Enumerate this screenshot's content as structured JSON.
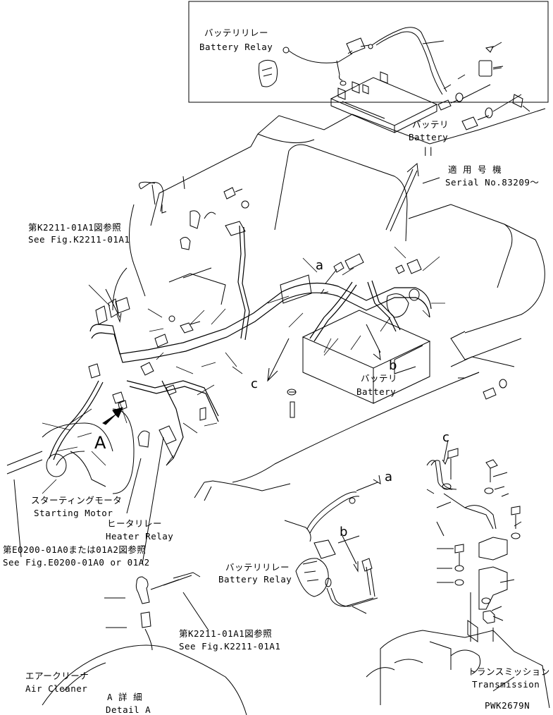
{
  "inset": {
    "battery_relay_ja": "バッテリリレー",
    "battery_relay_en": "Battery Relay",
    "battery_ja": "バッテリ",
    "battery_en": "Battery",
    "equals_mark": "||"
  },
  "serial": {
    "ja": "適 用 号 機",
    "en": "Serial No.83209〜"
  },
  "ref_top": {
    "ja": "第K2211-01A1図参照",
    "en": "See Fig.K2211-01A1"
  },
  "callouts": {
    "a": "a",
    "b": "b",
    "c": "c",
    "A": "A"
  },
  "main": {
    "battery_ja": "バッテリ",
    "battery_en": "Battery",
    "starting_motor_ja": "スターティングモータ",
    "starting_motor_en": "Starting Motor",
    "heater_relay_ja": "ヒータリレー",
    "heater_relay_en": "Heater Relay",
    "ref_e0200_ja": "第E0200-01A0または01A2図参照",
    "ref_e0200_en": "See Fig.E0200-01A0 or 01A2"
  },
  "detail_a": {
    "ref_ja": "第K2211-01A1図参照",
    "ref_en": "See Fig.K2211-01A1",
    "air_cleaner_ja": "エアークリーナ",
    "air_cleaner_en": "Air Cleaner",
    "title_ja": "A 詳 細",
    "title_en": "Detail A"
  },
  "detail_b": {
    "battery_relay_ja": "バッテリリレー",
    "battery_relay_en": "Battery Relay"
  },
  "detail_c": {
    "transmission_ja": "トランスミッション",
    "transmission_en": "Transmission"
  },
  "drawing_number": "PWK2679N"
}
